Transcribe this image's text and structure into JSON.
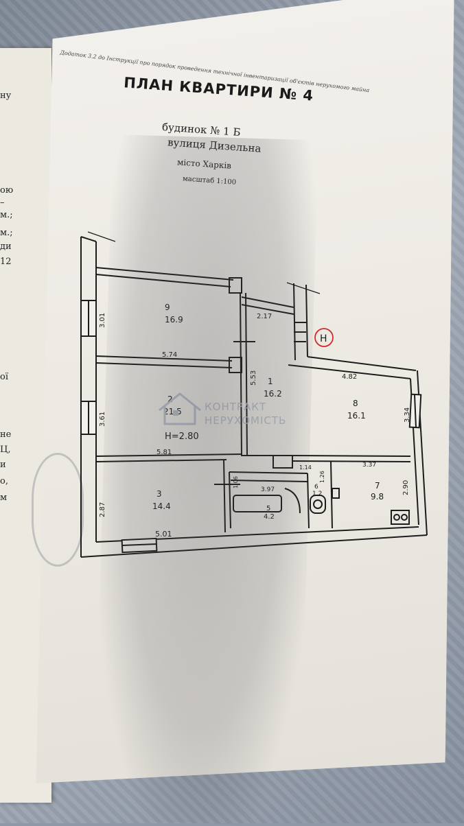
{
  "document": {
    "header_note": "Додаток 3.2  до Інструкції про порядок проведення технічної інвентаризації об'єктів нерухомого майна",
    "title": "ПЛАН КВАРТИРИ № 4",
    "house_line": "будинок   № 1 Б",
    "street_line": "вулиця Дизельна",
    "city_line": "місто   Харків",
    "scale_line": "масштаб 1:100"
  },
  "back_page_fragments": [
    "ну",
    "ою",
    "–",
    "м.;",
    "м.;",
    "ди",
    "12",
    "ої",
    "не",
    "Ц,",
    "и",
    "о,",
    "м"
  ],
  "plan": {
    "ceiling_height": "Н=2.80",
    "entrance_marker": "Н",
    "rooms": [
      {
        "number": "9",
        "area": "16.9"
      },
      {
        "number": "1",
        "area": "16.2"
      },
      {
        "number": "2",
        "area": "21.5"
      },
      {
        "number": "8",
        "area": "16.1"
      },
      {
        "number": "3",
        "area": "14.4"
      },
      {
        "number": "7",
        "area": "9.8"
      },
      {
        "number": "5",
        "area": "4.2"
      },
      {
        "number": "6",
        "area": "1.2"
      }
    ],
    "dimensions": {
      "d1": "3.01",
      "d2": "5.74",
      "d3": "2.17",
      "d4": "5.53",
      "d5": "3.61",
      "d6": "4.82",
      "d7": "3.34",
      "d8": "5.81",
      "d9": "1.14",
      "d10": "3.37",
      "d11": "1.06",
      "d12": "3.97",
      "d13": "1.26",
      "d14": "2.90",
      "d15": "2.87",
      "d16": "5.01"
    }
  },
  "watermark": {
    "line1": "КОНТРАКТ",
    "line2": "НЕРУХОМІСТЬ"
  },
  "colors": {
    "ink": "#1c1c1c",
    "entrance_marker": "#d42a2a",
    "watermark": "#b7bdc8"
  }
}
